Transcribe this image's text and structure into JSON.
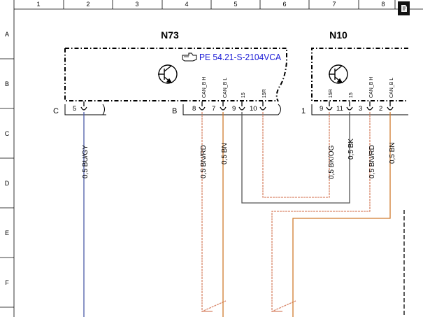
{
  "grid": {
    "columns": [
      "1",
      "2",
      "3",
      "4",
      "5",
      "6",
      "7",
      "8"
    ],
    "rows": [
      "A",
      "B",
      "C",
      "D",
      "E",
      "F"
    ]
  },
  "components": {
    "n73": {
      "name": "N73",
      "reference": "PE 54.21-S-2104VCA",
      "connectors": [
        "C",
        "B"
      ],
      "pins": [
        {
          "num": "5",
          "label": ""
        },
        {
          "num": "8",
          "label": "CAN_B H"
        },
        {
          "num": "7",
          "label": "CAN_B L"
        },
        {
          "num": "9",
          "label": "15"
        },
        {
          "num": "10",
          "label": "15R"
        }
      ]
    },
    "n10": {
      "name": "N10",
      "connectors": [
        "1"
      ],
      "pins": [
        {
          "num": "9",
          "label": "15R"
        },
        {
          "num": "11",
          "label": "15"
        },
        {
          "num": "3",
          "label": "CAN_B H"
        },
        {
          "num": "2",
          "label": "CAN_B L"
        }
      ]
    }
  },
  "wires": [
    {
      "label": "0,5 BU/GY",
      "color": "#4a5aa8"
    },
    {
      "label": "0,5 BN/RD",
      "color": "#d9886b"
    },
    {
      "label": "0,5 BN",
      "color": "#d07b2e"
    },
    {
      "label": "0,5 BK/OG",
      "color": "#d9886b"
    },
    {
      "label": "0,5 BK",
      "color": "#444444"
    },
    {
      "label": "0,5 BN/RD",
      "color": "#d9886b"
    },
    {
      "label": "0,5 BN",
      "color": "#d07b2e"
    }
  ],
  "icons": {
    "corner": "page-marker-icon",
    "transistor": "transistor-icon",
    "reference": "pointing-hand-icon"
  }
}
